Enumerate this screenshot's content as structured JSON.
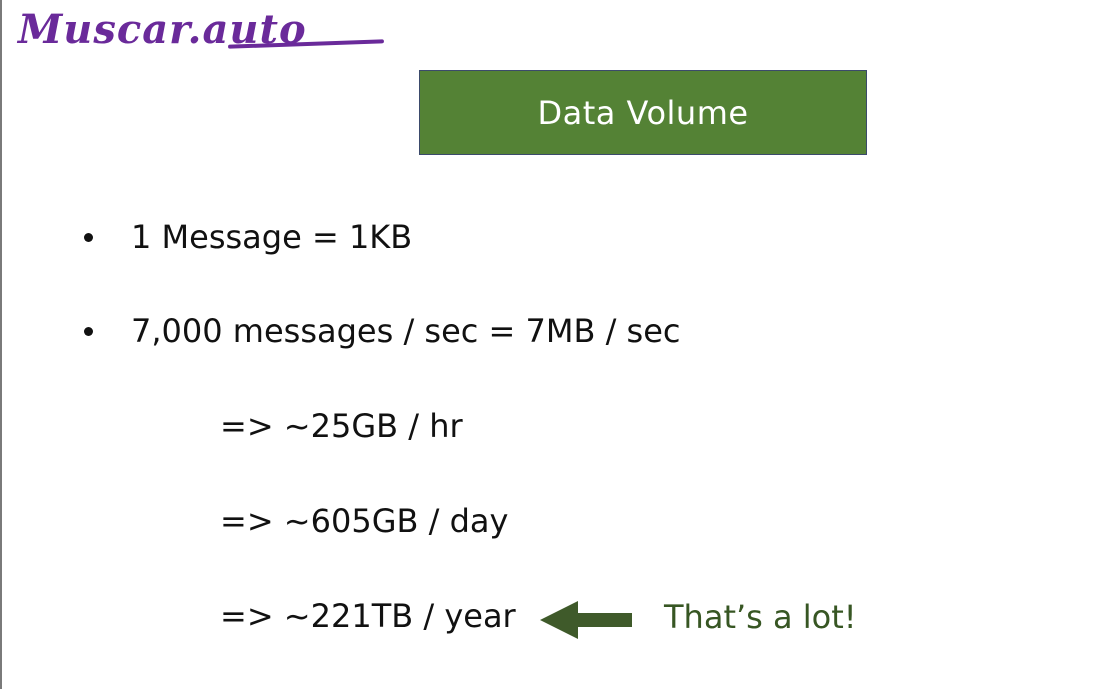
{
  "logo": {
    "text": "Muscar.auto",
    "color": "#6a2a9a"
  },
  "title": {
    "text": "Data Volume",
    "background": "#548235"
  },
  "bullets": [
    {
      "text": "1 Message = 1KB"
    },
    {
      "text": "7,000 messages / sec = 7MB / sec"
    }
  ],
  "derived": [
    {
      "text": "=> ~25GB / hr"
    },
    {
      "text": "=> ~605GB / day"
    },
    {
      "text": "=> ~221TB / year"
    }
  ],
  "callout": {
    "text": "That’s a lot!",
    "color": "#375623",
    "icon": "left-arrow-icon"
  }
}
